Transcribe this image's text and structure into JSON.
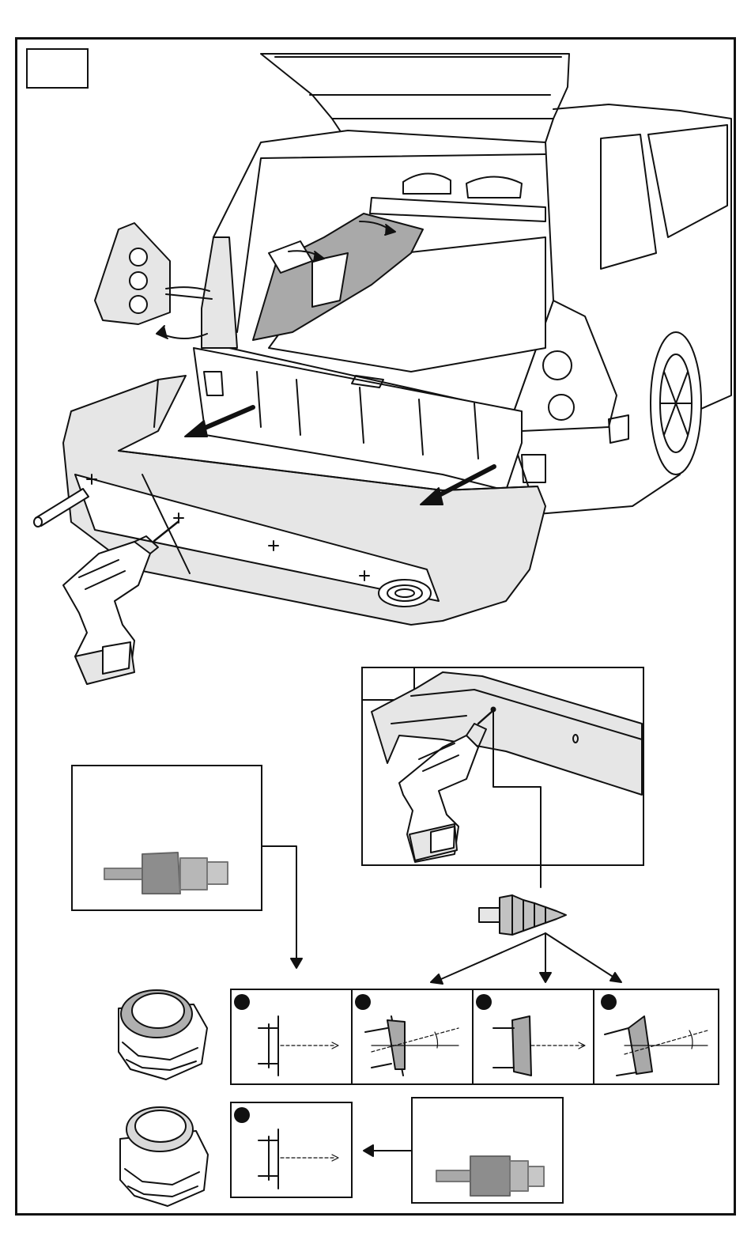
{
  "page": {
    "step_label": "",
    "detail_label": "",
    "colors": {
      "line": "#111111",
      "fill_light": "#e6e6e6",
      "fill_mid": "#a9a9a9",
      "fill_dark": "#777777"
    }
  },
  "main_illustration": {
    "icons": [
      "car-rear-icon",
      "bumper-icon",
      "drill-icon",
      "tail-light-icon",
      "tape-roll-icon",
      "interior-panel-icon"
    ]
  },
  "detail_view": {
    "icons": [
      "bumper-corner-icon",
      "drill-icon",
      "step-drill-icon"
    ]
  },
  "sensor_variants": {
    "row_top": [
      "variant-a",
      "variant-b",
      "variant-c",
      "variant-d"
    ],
    "row_bottom": [
      "variant-e"
    ]
  }
}
